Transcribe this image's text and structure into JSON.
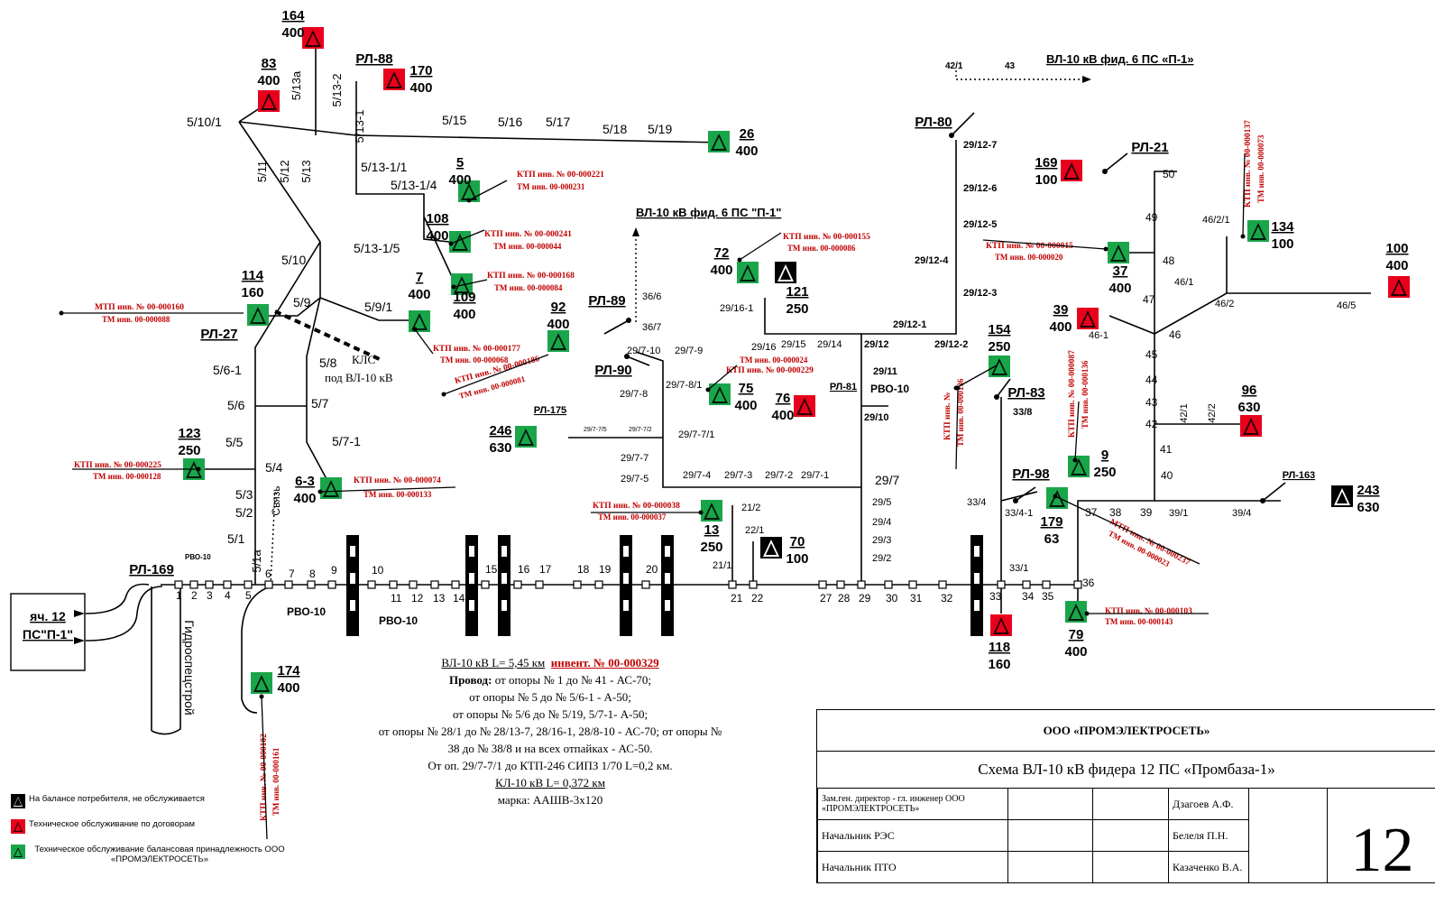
{
  "header": {
    "fid6_right": "ВЛ-10 кВ фид. 6 ПС «П-1»",
    "fid6_mid": "ВЛ-10 кВ фид. 6 ПС \"П-1\""
  },
  "colors": {
    "green": "#1aa54a",
    "red": "#e8001c",
    "black": "#000000",
    "inv_text": "#c00000"
  },
  "substations": [
    {
      "num": "164",
      "kva": "400",
      "color": "red"
    },
    {
      "num": "83",
      "kva": "400",
      "color": "red"
    },
    {
      "num": "170",
      "kva": "400",
      "color": "red"
    },
    {
      "num": "26",
      "kva": "400",
      "color": "green"
    },
    {
      "num": "5",
      "kva": "400",
      "color": "green"
    },
    {
      "num": "108",
      "kva": "400",
      "color": "green"
    },
    {
      "num": "109",
      "kva": "400",
      "color": "green"
    },
    {
      "num": "7",
      "kva": "400",
      "color": "green"
    },
    {
      "num": "114",
      "kva": "160",
      "color": "green"
    },
    {
      "num": "92",
      "kva": "400",
      "color": "green"
    },
    {
      "num": "72",
      "kva": "400",
      "color": "green"
    },
    {
      "num": "121",
      "kva": "250",
      "color": "black"
    },
    {
      "num": "75",
      "kva": "400",
      "color": "green"
    },
    {
      "num": "76",
      "kva": "400",
      "color": "red"
    },
    {
      "num": "154",
      "kva": "250",
      "color": "green"
    },
    {
      "num": "169",
      "kva": "100",
      "color": "red"
    },
    {
      "num": "37",
      "kva": "400",
      "color": "green"
    },
    {
      "num": "134",
      "kva": "100",
      "color": "green"
    },
    {
      "num": "100",
      "kva": "400",
      "color": "red"
    },
    {
      "num": "39",
      "kva": "400",
      "color": "red"
    },
    {
      "num": "96",
      "kva": "630",
      "color": "red"
    },
    {
      "num": "9",
      "kva": "250",
      "color": "green"
    },
    {
      "num": "179",
      "kva": "63",
      "color": "green"
    },
    {
      "num": "243",
      "kva": "630",
      "color": "black"
    },
    {
      "num": "123",
      "kva": "250",
      "color": "green"
    },
    {
      "num": "6-3",
      "kva": "400",
      "color": "green"
    },
    {
      "num": "246",
      "kva": "630",
      "color": "green"
    },
    {
      "num": "13",
      "kva": "250",
      "color": "green"
    },
    {
      "num": "70",
      "kva": "100",
      "color": "black"
    },
    {
      "num": "118",
      "kva": "160",
      "color": "red"
    },
    {
      "num": "79",
      "kva": "400",
      "color": "green"
    },
    {
      "num": "174",
      "kva": "400",
      "color": "green"
    }
  ],
  "disconnectors": [
    "РЛ-88",
    "РЛ-80",
    "РЛ-21",
    "РЛ-89",
    "РЛ-90",
    "РЛ-27",
    "РЛ-81",
    "РЛ-83",
    "РЛ-175",
    "РЛ-98",
    "РЛ-163",
    "РЛ-169"
  ],
  "arresters": [
    "РВО-10",
    "РВО-10",
    "РВО-10",
    "РВО-10"
  ],
  "poles": [
    "5/10/1",
    "5/13а",
    "5/13-2",
    "5/13-1",
    "5/11",
    "5/12",
    "5/13",
    "5/15",
    "5/16",
    "5/17",
    "5/18",
    "5/19",
    "5/13-1/1",
    "5/13-1/4",
    "5/13-1/5",
    "5/10",
    "5/9",
    "5/9/1",
    "5/8",
    "5/6-1",
    "5/6",
    "5/7",
    "5/7-1",
    "5/5",
    "5/4",
    "5/3",
    "5/2",
    "5/1",
    "5/1а",
    "42/1",
    "43",
    "29/12-7",
    "29/12-6",
    "29/12-5",
    "29/12-4",
    "29/12-3",
    "29/12-1",
    "29/12-2",
    "29/12",
    "29/11",
    "29/10",
    "29/16-1",
    "29/16",
    "29/15",
    "29/14",
    "36/6",
    "36/7",
    "29/7-10",
    "29/7-9",
    "29/7-8/1",
    "29/7-8",
    "29/7-7/5",
    "29/7-7/2",
    "29/7-7/1",
    "29/7-7",
    "29/7-5",
    "29/7-4",
    "29/7-3",
    "29/7-2",
    "29/7-1",
    "29/7",
    "29/5",
    "29/4",
    "29/3",
    "29/2",
    "21/2",
    "22/1",
    "21/1",
    "50",
    "49",
    "48",
    "47",
    "46",
    "46/1",
    "46/2/1",
    "46/2",
    "46/5",
    "46-1",
    "45",
    "44",
    "43",
    "42",
    "41",
    "40",
    "42/1",
    "42/2",
    "33/8",
    "33/4",
    "33/4-1",
    "37",
    "38",
    "39",
    "39/1",
    "39/4",
    "33/1",
    "36",
    "1",
    "2",
    "3",
    "4",
    "5",
    "6",
    "7",
    "8",
    "9",
    "10",
    "11",
    "12",
    "13",
    "14",
    "15",
    "16",
    "17",
    "18",
    "19",
    "20",
    "21",
    "22",
    "27",
    "28",
    "29",
    "30",
    "31",
    "32",
    "33",
    "34",
    "35"
  ],
  "inventory": {
    "i221": "КТП инв. № 00-000221",
    "t231": "ТМ инв. 00-000231",
    "i241": "КТП инв. № 00-000241",
    "t044": "ТМ инв. 00-000044",
    "i168": "КТП инв. № 00-000168",
    "t084": "ТМ инв. 00-000084",
    "m160": "МТП инв. № 00-000160",
    "t088": "ТМ инв. 00-000088",
    "i177": "КТП инв. № 00-000177",
    "t068": "ТМ инв. 00-000068",
    "i186": "КТП инв. № 00-000186",
    "t081": "ТМ инв. 00-000081",
    "i155": "КТП инв. № 00-000155",
    "t086": "ТМ инв. 00-000086",
    "t024": "ТМ инв. 00-000024",
    "i229": "КТП инв. № 00-000229",
    "i015": "КТП инв. № 00-000015",
    "t020": "ТМ инв. 00-000020",
    "i137": "КТП инв. № 00-000137",
    "t073": "ТМ инв. 00-000073",
    "i225": "КТП инв. № 00-000225",
    "t128": "ТМ инв. 00-000128",
    "i074": "КТП инв. № 00-000074",
    "t133": "ТМ инв. 00-000133",
    "i038": "КТП инв. № 00-000038",
    "t037": "ТМ инв. 00-000037",
    "i087": "КТП инв. № 00-000087",
    "t136": "ТМ инв. 00-000136",
    "m237": "МТП инв. № 00-000237",
    "t023": "ТМ инв. 00-000023",
    "i103": "КТП инв. № 00-000103",
    "t143": "ТМ инв. 00-000143",
    "i102": "КТП инв. № 00-000102",
    "t161": "ТМ инв. 00-000161",
    "kn": "КТП инв. №",
    "t136b": "ТМ инв. 00-000136"
  },
  "labels": {
    "kls": "КЛС",
    "under": "под ВЛ-10 кВ",
    "svyaz": "Связь",
    "hydro": "Гидроспецстрой",
    "cell": "яч. 12",
    "ps": "ПС\"П-1\""
  },
  "note": {
    "line1": "ВЛ-10 кВ L= 5,45 км",
    "inv": "инвент. № 00-000329",
    "wire_label": "Провод:",
    "wire1": "от опоры № 1 до № 41 - АС-70;",
    "wire2": "от опоры № 5 до № 5/6-1 - А-50;",
    "wire3": "от опоры № 5/6 до № 5/19, 5/7-1- А-50;",
    "wire4": "от опоры № 28/1 до № 28/13-7, 28/16-1, 28/8-10 - АС-70; от опоры №",
    "wire5": "38 до № 38/8 и на всех отпайках - АС-50.",
    "wire6": "От оп. 29/7-7/1 до КТП-246 СИПЗ 1/70 L=0,2 км.",
    "kl": "КЛ-10 кВ L= 0,372 км",
    "brand": "марка: ААШВ-3х120"
  },
  "legend": [
    {
      "color": "black",
      "text": "На балансе потребителя, не обслуживается"
    },
    {
      "color": "red",
      "text": "Техническое обслуживание по договорам"
    },
    {
      "color": "green",
      "text": "Техническое обслуживание балансовая принадлежность ООО «ПРОМЭЛЕКТРОСЕТЬ»"
    }
  ],
  "title_block": {
    "company": "ООО «ПРОМЭЛЕКТРОСЕТЬ»",
    "title": "Схема ВЛ-10 кВ фидера 12 ПС «Промбаза-1»",
    "rows": [
      {
        "role": "Зам.ген. директор - гл. инженер ООО «ПРОМЭЛЕКТРОСЕТЬ»",
        "name": "Дзагоев А.Ф."
      },
      {
        "role": "Начальник РЭС",
        "name": "Белеля П.Н."
      },
      {
        "role": "Начальник ПТО",
        "name": "Казаченко В.А."
      }
    ],
    "sheet": "12"
  }
}
